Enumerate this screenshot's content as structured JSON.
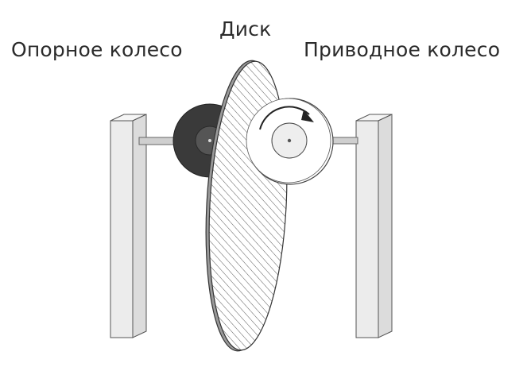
{
  "labels": {
    "disk": "Диск",
    "support_wheel": "Опорное колесо",
    "drive_wheel": "Приводное колесо"
  },
  "icons": {
    "rotation": "clockwise-arrow-icon"
  },
  "colors": {
    "stroke": "#333333",
    "support_wheel": "#3a3a3a",
    "support_hub": "#555555",
    "drive_wheel": "#ffffff",
    "drive_hub": "#eeeeee",
    "post_front": "#ececec",
    "post_side": "#dcdcdc",
    "post_top": "#f5f5f5",
    "disk_hatch": "#555555",
    "axle": "#cfcfcf"
  }
}
